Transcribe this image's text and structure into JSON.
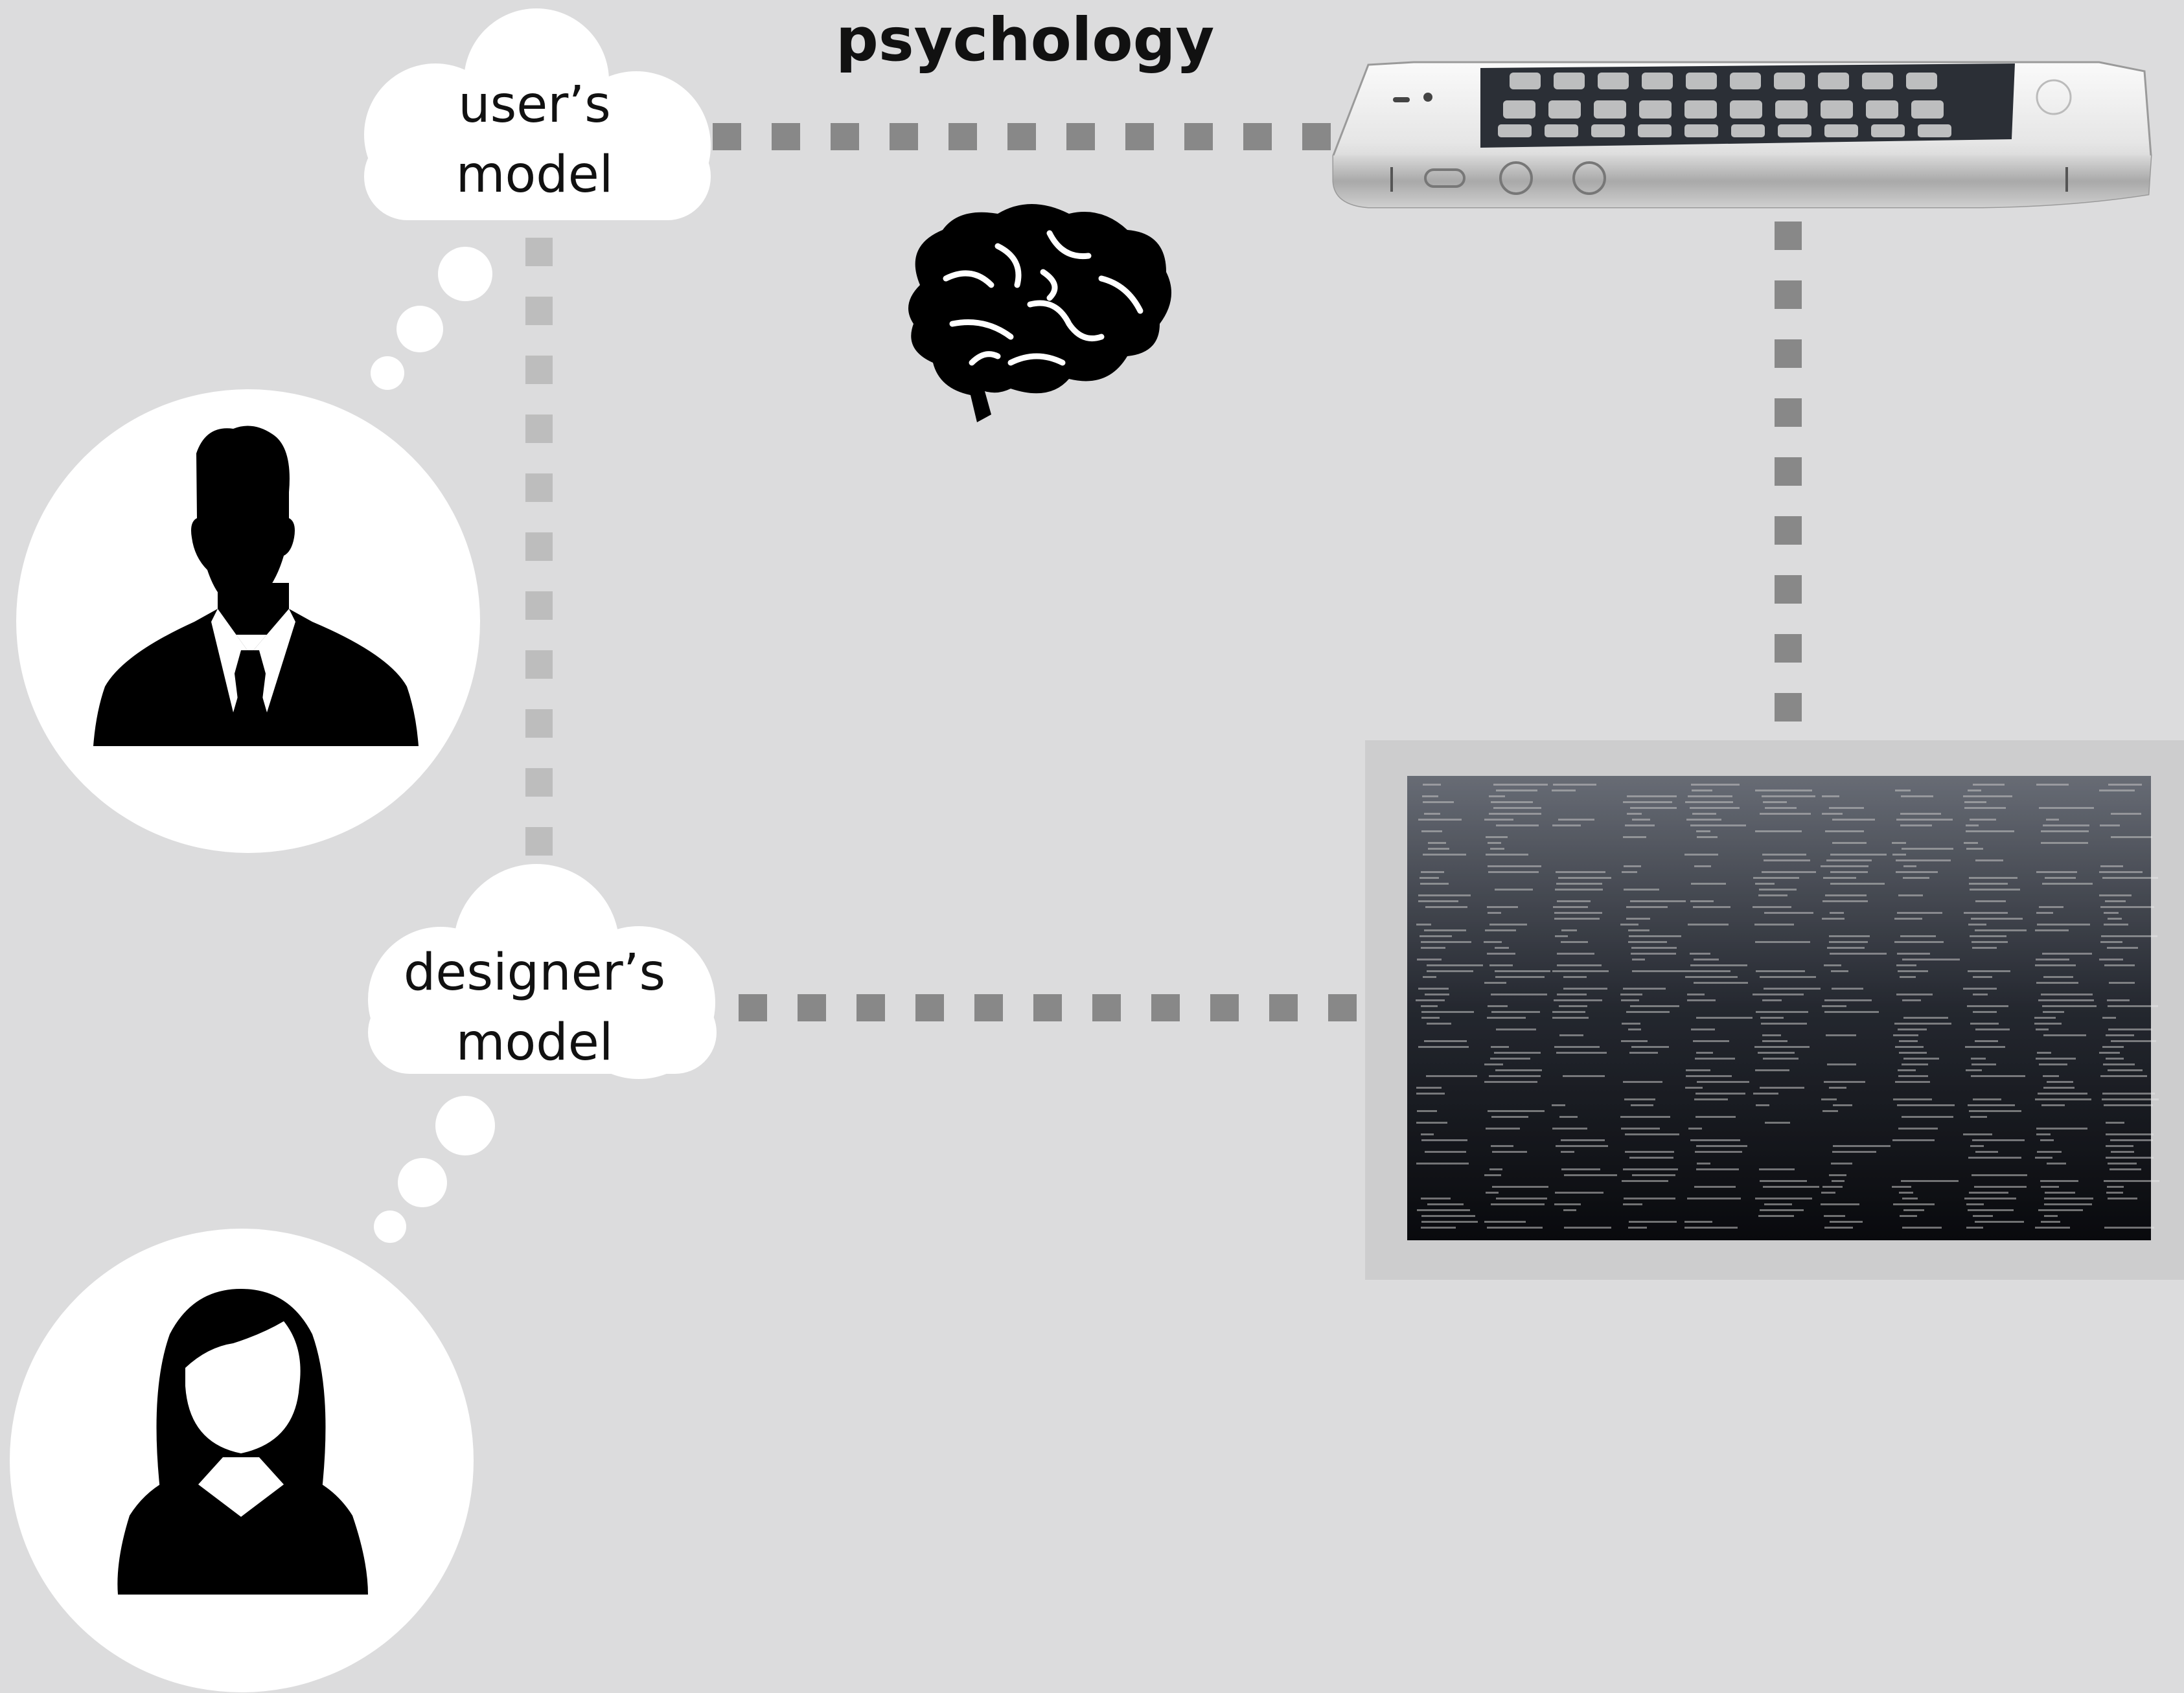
{
  "diagram": {
    "title": "psychology",
    "user_cloud": {
      "line1": "user’s",
      "line2": "model"
    },
    "designer_cloud": {
      "line1": "designer’s",
      "line2": "model"
    }
  },
  "colors": {
    "background": "#dcdcdd",
    "connector": "#888888",
    "connector_light": "#bdbdbd",
    "cloud": "#ffffff",
    "silhouette": "#000000"
  },
  "icons": {
    "user": "man-in-suit-silhouette",
    "designer": "woman-silhouette",
    "brain": "brain-icon",
    "device": "smartphone",
    "code": "code-screen"
  }
}
